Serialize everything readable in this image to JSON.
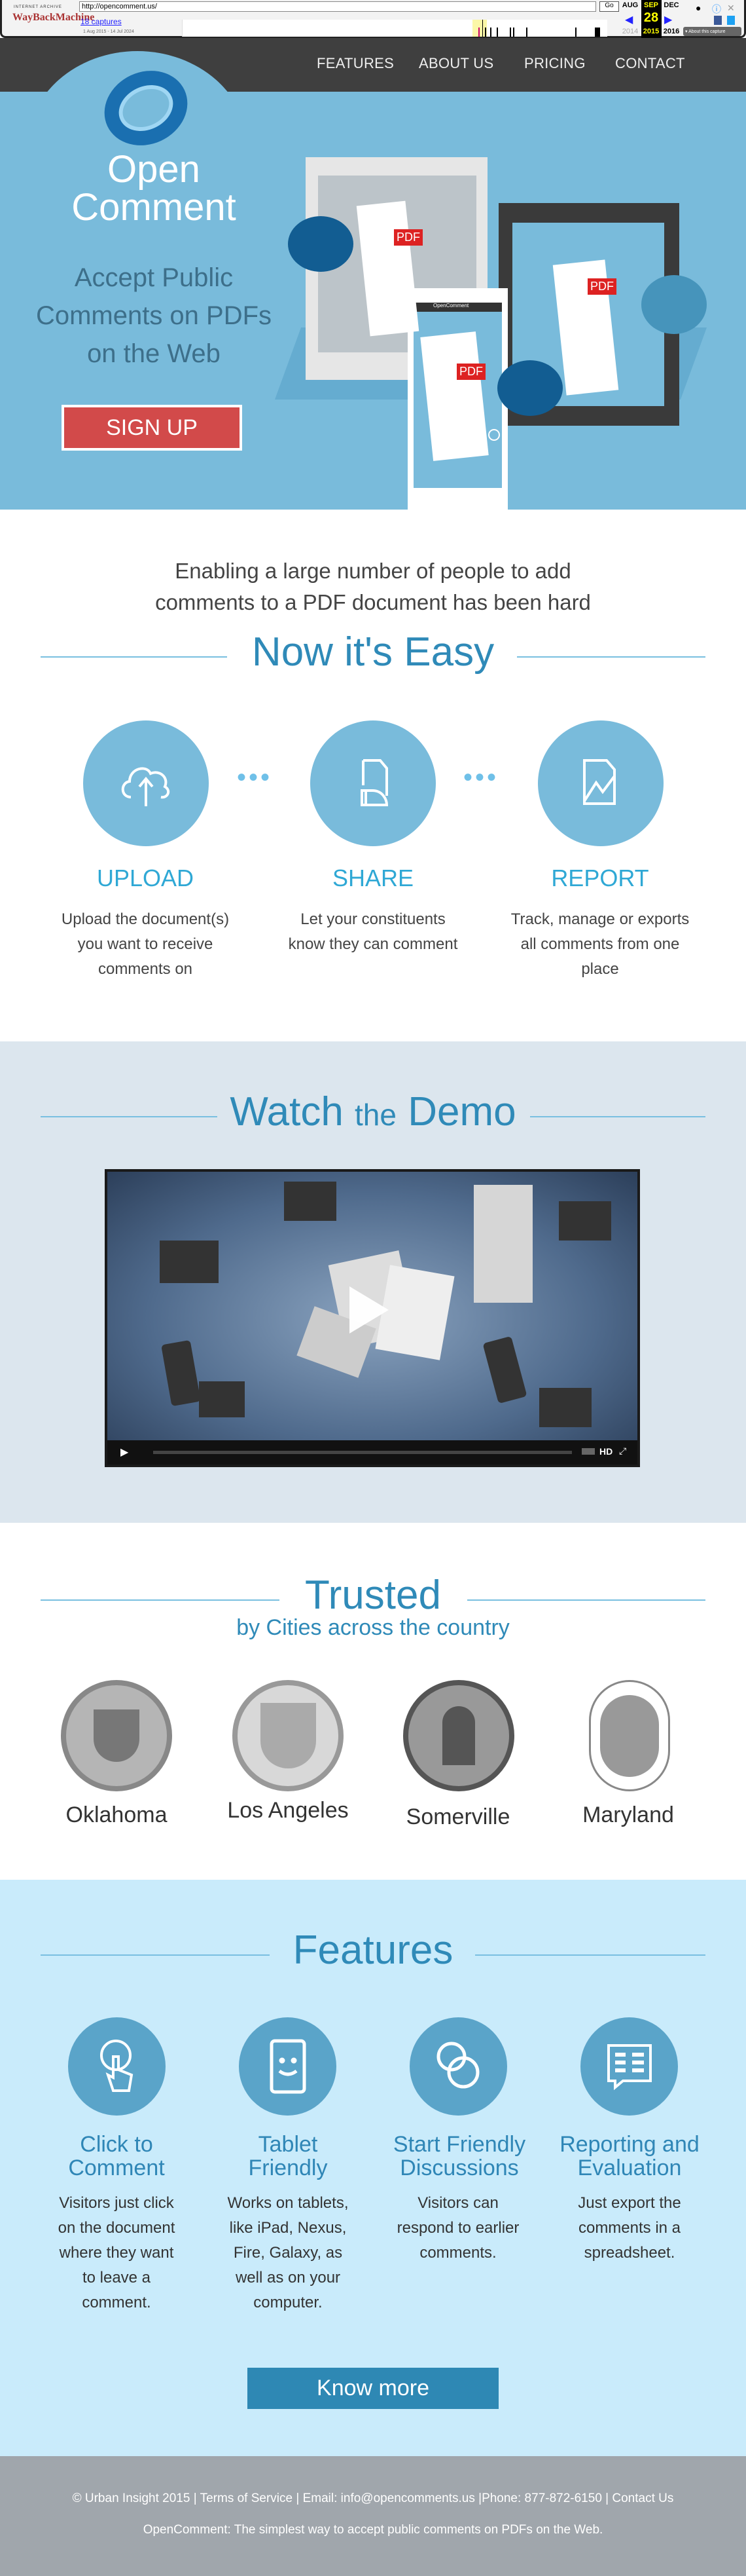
{
  "wayback": {
    "logo_top": "INTERNET ARCHIVE",
    "logo_main": "WayBackMachine",
    "url": "http://opencomment.us/",
    "go": "Go",
    "captures": "18 captures",
    "range": "1 Aug 2015 - 14 Jul 2024",
    "prev_month": "AUG",
    "cur_month": "SEP",
    "next_month": "DEC",
    "day": "28",
    "prev_year": "2014",
    "cur_year": "2015",
    "next_year": "2016",
    "about": "▾ About this capture"
  },
  "nav": {
    "items": [
      "FEATURES",
      "ABOUT US",
      "PRICING",
      "CONTACT"
    ]
  },
  "hero": {
    "brand_line1": "Open",
    "brand_line2": "Comment",
    "tagline": [
      "Accept Public",
      "Comments on PDFs",
      "on the Web"
    ],
    "signup": "SIGN UP",
    "pdf_label": "PDF",
    "tablet_app": "OpenComment",
    "slide_count": 2,
    "active_slide": 1
  },
  "intro": {
    "line1": "Enabling a large number of people to add",
    "line2": "comments to a PDF document has been hard",
    "title": "Now it's Easy"
  },
  "steps": [
    {
      "title": "UPLOAD",
      "desc": [
        "Upload the document(s)",
        "you want to receive",
        "comments on"
      ]
    },
    {
      "title": "SHARE",
      "desc": [
        "Let your constituents",
        "know they can comment"
      ]
    },
    {
      "title": "REPORT",
      "desc": [
        "Track, manage or exports",
        "all comments from one",
        "place"
      ]
    }
  ],
  "demo": {
    "title_a": "Watch ",
    "title_b": "the",
    "title_c": " Demo",
    "hd": "HD"
  },
  "trusted": {
    "title": "Trusted",
    "subtitle": "by Cities across the country",
    "cities": [
      "Oklahoma",
      "Los Angeles",
      "Somerville",
      "Maryland"
    ]
  },
  "features": {
    "title": "Features",
    "items": [
      {
        "title": [
          "Click to",
          "Comment"
        ],
        "desc": [
          "Visitors just click",
          "on the document",
          "where they want",
          "to leave a",
          "comment."
        ]
      },
      {
        "title": [
          "Tablet",
          "Friendly"
        ],
        "desc": [
          "Works on tablets,",
          "like iPad, Nexus,",
          "Fire, Galaxy, as",
          "well as on your",
          "computer."
        ]
      },
      {
        "title": [
          "Start Friendly",
          "Discussions"
        ],
        "desc": [
          "Visitors can",
          "respond to earlier",
          "comments."
        ]
      },
      {
        "title": [
          "Reporting and",
          "Evaluation"
        ],
        "desc": [
          "Just export the",
          "comments in a",
          "spreadsheet."
        ]
      }
    ],
    "button": "Know more"
  },
  "footer": {
    "copyright": "© Urban Insight 2015",
    "terms": "Terms of Service",
    "email": "Email: info@opencomments.us",
    "phone": "Phone: 877-872-6150",
    "contact": "Contact Us",
    "tagline": "OpenComment: The simplest way to accept public comments on PDFs on the Web."
  }
}
